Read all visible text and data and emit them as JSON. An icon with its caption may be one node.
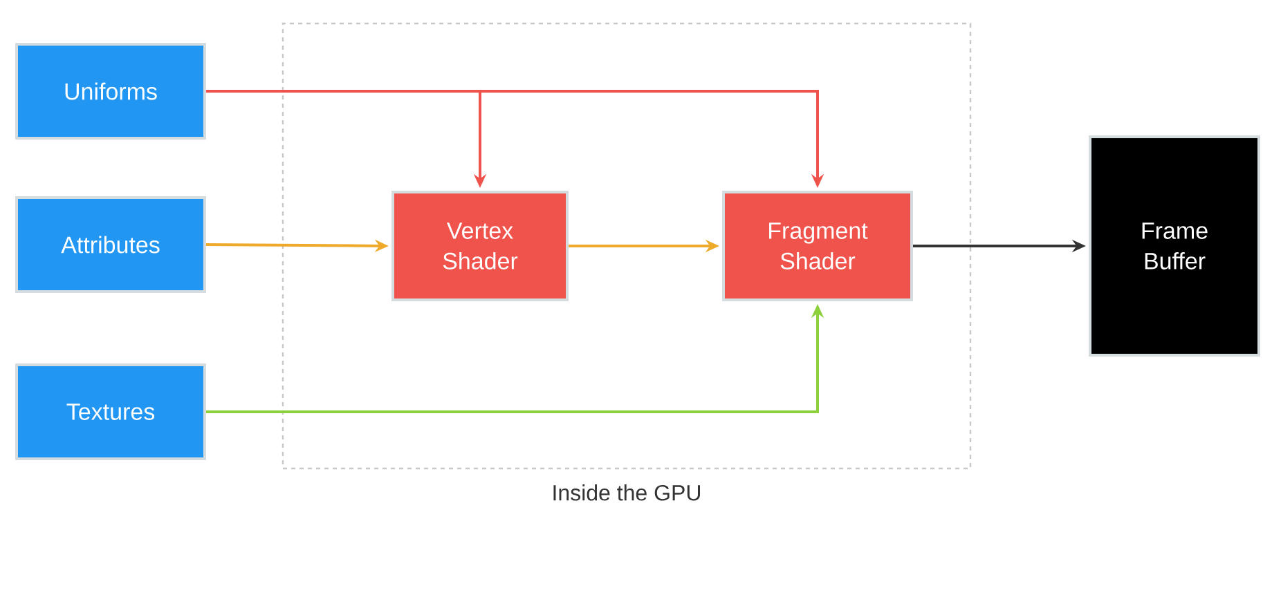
{
  "diagram": {
    "nodes": [
      {
        "text": [
          "Uniforms"
        ]
      },
      {
        "text": [
          "Attributes"
        ]
      },
      {
        "text": [
          "Textures"
        ]
      },
      {
        "text": [
          "Inside the GPU"
        ]
      },
      {
        "text": [
          "Vertex Shader"
        ],
        "in": 3
      },
      {
        "text": [
          "Fragment Shader"
        ],
        "in": 3
      },
      {
        "text": [
          "Frame Buffer"
        ]
      }
    ],
    "edges": [
      {
        "from": 0,
        "to": 4,
        "arrow": "to",
        "color": "#f0524c"
      },
      {
        "from": 0,
        "to": 5,
        "arrow": "to",
        "color": "#f0524c"
      },
      {
        "from": 1,
        "to": 4,
        "arrow": "to",
        "color": "#eeaa2a"
      },
      {
        "from": 4,
        "to": 5,
        "arrow": "to",
        "color": "#eeaa2a"
      },
      {
        "from": 2,
        "to": 5,
        "arrow": "to",
        "color": "#8cd13c"
      },
      {
        "from": 5,
        "to": 6,
        "arrow": "to",
        "color": "#333333"
      }
    ]
  }
}
